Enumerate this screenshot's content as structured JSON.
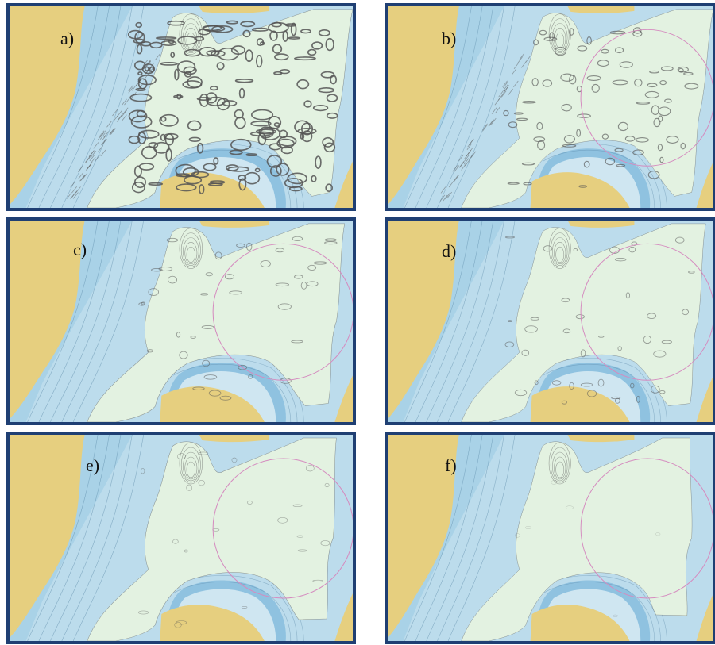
{
  "figure": {
    "panels": [
      {
        "id": "a",
        "label": "a)",
        "show_circle": false,
        "detail_level": 5,
        "shoal_clip": 0
      },
      {
        "id": "b",
        "label": "b)",
        "show_circle": true,
        "detail_level": 3,
        "shoal_clip": 0
      },
      {
        "id": "c",
        "label": "c)",
        "show_circle": true,
        "detail_level": 2,
        "shoal_clip": 1
      },
      {
        "id": "d",
        "label": "d)",
        "show_circle": true,
        "detail_level": 2,
        "shoal_clip": 1
      },
      {
        "id": "e",
        "label": "e)",
        "show_circle": true,
        "detail_level": 1,
        "shoal_clip": 2
      },
      {
        "id": "f",
        "label": "f)",
        "show_circle": true,
        "detail_level": 0,
        "shoal_clip": 3
      }
    ],
    "colors": {
      "land": "#e6cf7f",
      "deep_water": "#a9d2e7",
      "mid_water": "#bcdcec",
      "shallow_water": "#cfe6f1",
      "channel": "#8fc2e0",
      "shoal_area": "#e3f2e1",
      "depth_contour": "#4f7f9f",
      "detail_outline": "#555555",
      "restriction_circle": "#d58bbf",
      "panel_border": "#1f3f73"
    }
  }
}
